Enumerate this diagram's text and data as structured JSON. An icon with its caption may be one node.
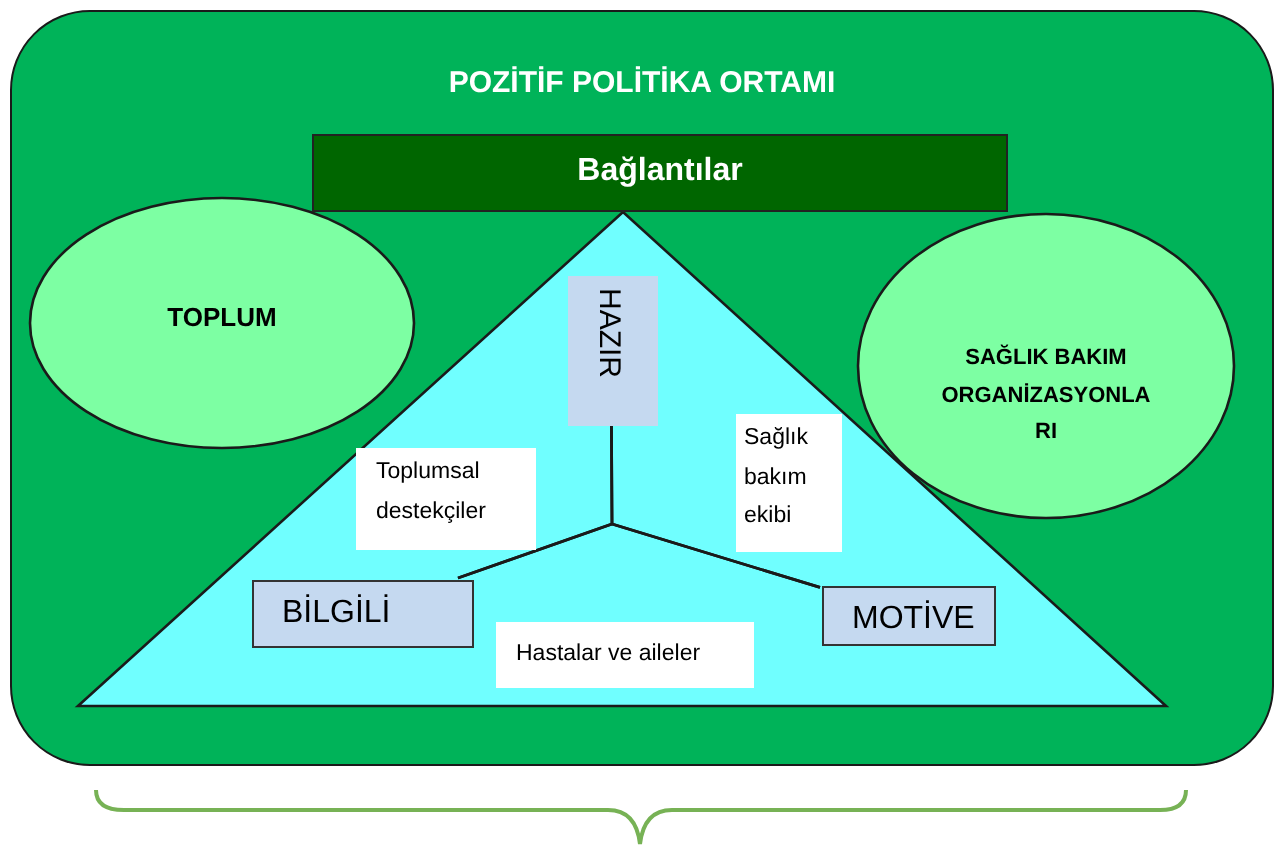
{
  "diagram": {
    "nodes": [
      {
        "text": [
          "POZİTİF POLİTİKA ORTAMI"
        ]
      },
      {
        "text": [
          "Bağlantılar"
        ],
        "in": 0
      },
      {
        "text": [
          "TOPLUM"
        ],
        "in": 0
      },
      {
        "text": [
          "SAĞLIK BAKIM ORGANİZASYONLA RI"
        ],
        "in": 0
      },
      {
        "text": [],
        "shape": "triangle",
        "in": 0
      },
      {
        "text": [
          "HAZIR"
        ],
        "in": 4
      },
      {
        "text": [
          "Toplumsal destekçiler"
        ],
        "in": 4
      },
      {
        "text": [
          "Sağlık bakım ekibi"
        ],
        "in": 4
      },
      {
        "text": [
          "BİLGİLİ"
        ],
        "in": 4
      },
      {
        "text": [
          "MOTİVE"
        ],
        "in": 4
      },
      {
        "text": [
          "Hastalar ve aileler"
        ],
        "in": 4
      }
    ],
    "edges": [
      {
        "from": 5,
        "to": 8,
        "arrow": "none"
      },
      {
        "from": 5,
        "to": 9,
        "arrow": "none"
      },
      {
        "from": 8,
        "to": 9,
        "arrow": "none"
      }
    ]
  }
}
